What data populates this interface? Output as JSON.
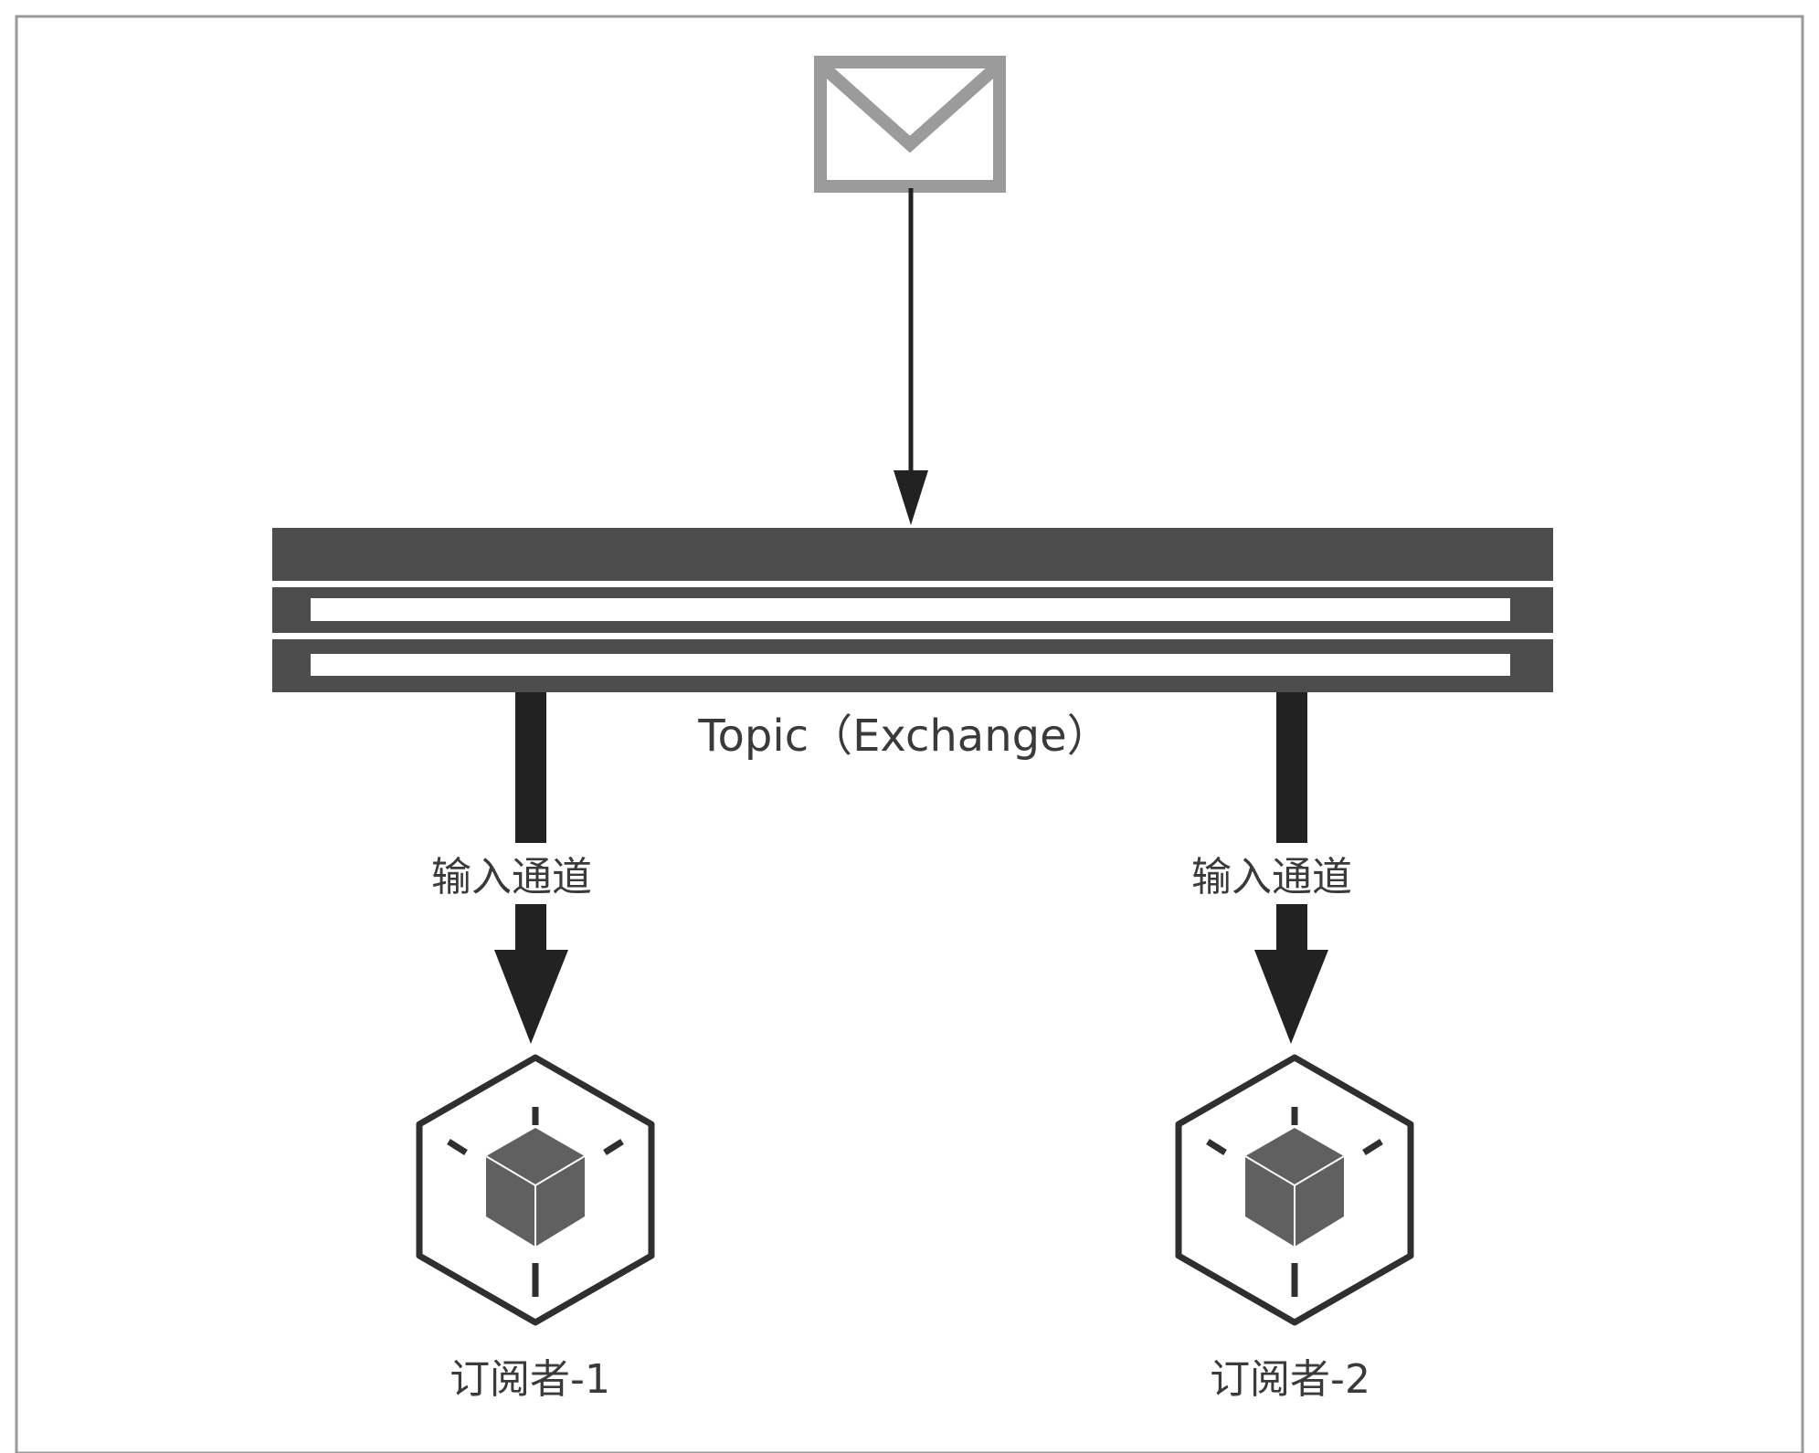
{
  "diagram": {
    "message_icon": "envelope-icon",
    "exchange": {
      "label": "Topic（Exchange）"
    },
    "channels": [
      {
        "label": "输入通道"
      },
      {
        "label": "输入通道"
      }
    ],
    "subscribers": [
      {
        "label": "订阅者-1",
        "icon": "cube-icon"
      },
      {
        "label": "订阅者-2",
        "icon": "cube-icon"
      }
    ]
  },
  "colors": {
    "frame_border": "#9a9a9a",
    "envelope": "#9b9b9b",
    "exchange_bar": "#4d4d4d",
    "arrow": "#222222",
    "cube_outline": "#2f2f2f",
    "cube_fill": "#606060",
    "text": "#3a3a3a"
  }
}
